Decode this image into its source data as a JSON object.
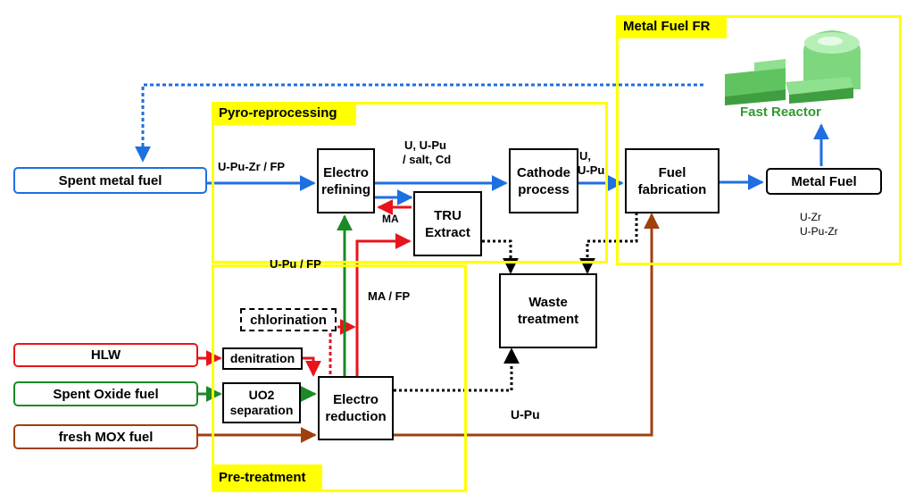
{
  "groups": {
    "metal_fuel_fr": "Metal Fuel FR",
    "pyro_reprocessing": "Pyro-reprocessing",
    "pre_treatment": "Pre-treatment"
  },
  "inputs": {
    "spent_metal_fuel": "Spent metal fuel",
    "hlw": "HLW",
    "spent_oxide_fuel": "Spent Oxide fuel",
    "fresh_mox_fuel": "fresh MOX fuel"
  },
  "processes": {
    "electro_refining": [
      "Electro",
      "refining"
    ],
    "tru_extract": [
      "TRU",
      "Extract"
    ],
    "cathode_process": [
      "Cathode",
      "process"
    ],
    "fuel_fabrication": [
      "Fuel",
      "fabrication"
    ],
    "metal_fuel": "Metal Fuel",
    "waste_treatment": [
      "Waste",
      "treatment"
    ],
    "electro_reduction": [
      "Electro",
      "reduction"
    ],
    "chlorination": "chlorination",
    "denitration": "denitration",
    "uo2_separation": [
      "UO2",
      "separation"
    ]
  },
  "flow_labels": {
    "u_pu_zr_fp": "U-Pu-Zr / FP",
    "u_u_pu_line1": "U, U-Pu",
    "u_u_pu_line2": "/ salt, Cd",
    "u_line": "U,",
    "u_pu_line": "U-Pu",
    "ma": "MA",
    "u_pu_fp": "U-Pu / FP",
    "ma_fp": "MA / FP",
    "u_pu_bottom": "U-Pu",
    "metal_fuel_comp1": "U-Zr",
    "metal_fuel_comp2": "U-Pu-Zr"
  },
  "reactor": {
    "label": "Fast Reactor",
    "icon": "fast-reactor-icon"
  },
  "colors": {
    "blue": "#1e6fe0",
    "red": "#e8141b",
    "green": "#1a8a26",
    "brown": "#a0400f",
    "dotted_black": "#000000",
    "group_outline": "#ffff00",
    "reactor_text": "#3aa23a",
    "reactor_fill": "#7ed67e"
  }
}
